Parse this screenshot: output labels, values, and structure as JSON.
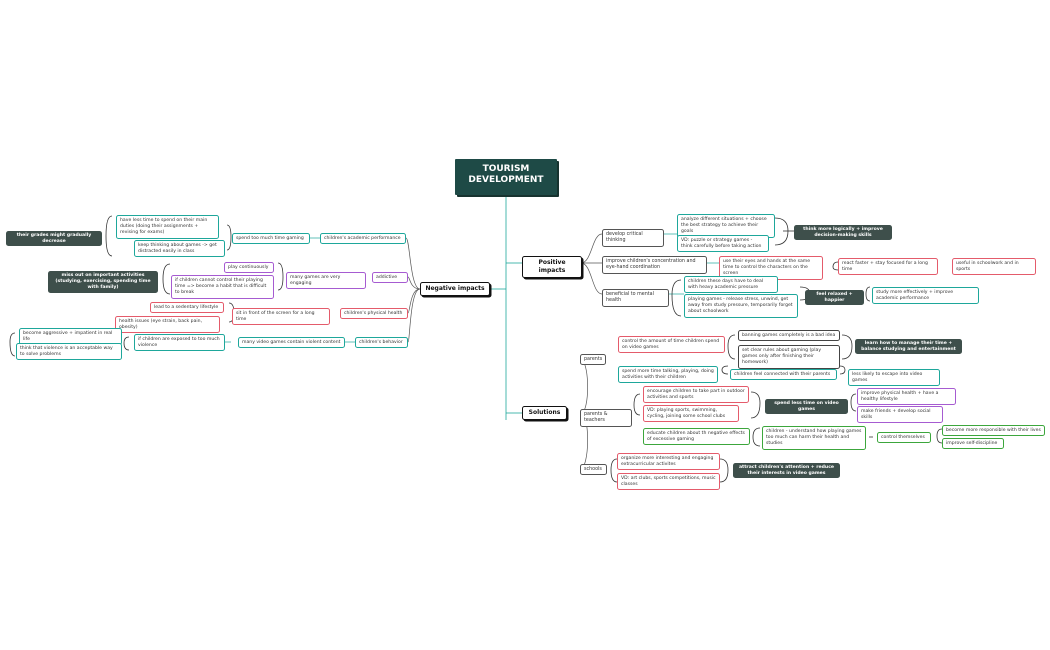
{
  "root": "TOURISM DEVELOPMENT",
  "positive": {
    "title": "Positive impacts",
    "critical": {
      "label": "develop critical thinking",
      "a": "analyze different situations + choose the best strategy to achieve their goals",
      "b": "VD: puzzle or strategy games - think carefully before taking action",
      "result": "think more logically + improve decision-making skills"
    },
    "concentration": {
      "label": "improve children's concentration and eye-hand coordination",
      "a": "use their eyes and hands at the same time to control the characters on the screen",
      "b": "react faster + stay focused for a long time",
      "c": "useful in schoolwork and in sports"
    },
    "mental": {
      "label": "beneficial to mental health",
      "a": "children these days have to deal with heavy academic pressure",
      "b": "playing games - release stress, unwind, get away from study pressure, temporarily forget about schoolwork",
      "result": "feel relaxed + happier",
      "c": "study more effectively + improve academic performance"
    }
  },
  "negative": {
    "title": "Negative impacts",
    "academic": {
      "label": "children's academic performance",
      "cause": "spend too much time gaming",
      "a": "have less time to spend on their main duties (doing their assignments + revising for exams)",
      "b": "keep thinking about games -> get distracted easily in class",
      "result": "their grades might gradually decrease"
    },
    "addictive": {
      "label": "addictive",
      "cause": "many games are very engaging",
      "a": "play continuously",
      "b": "if children cannot control their playing time => become a habit that is difficult to break",
      "result": "miss out on important activities (studying, exercising, spending time with family)"
    },
    "physical": {
      "label": "children's physical health",
      "cause": "sit in front of the screen for a long time",
      "a": "lead to a sedentary lifestyle",
      "b": "health issues (eye strain, back pain, obesity)"
    },
    "behavior": {
      "label": "children's behavior",
      "cause": "many video games contain violent content",
      "mid": "if children are exposed to too much violence",
      "a": "become aggressive + impatient in real life",
      "b": "think that violence is an acceptable way to solve problems"
    }
  },
  "solutions": {
    "title": "Solutions",
    "parents": {
      "label": "parents",
      "control": "control the amount of time children spend on video games",
      "ban": "banning games completely is a bad idea",
      "rules": "set clear rules about gaming (play games only after finishing their homework)",
      "result1": "learn how to manage their time + balance studying and entertainment",
      "talk": "spend more time talking, playing, doing activities with their children",
      "connected": "children feel connected with their parents",
      "escape": "less likely to escape into video games"
    },
    "both": {
      "label": "parents & teachers",
      "encourage": "encourage children to take part in outdoor activities and sports",
      "vd": "VD: playing sports, swimming, cycling, joining some school clubs",
      "result": "spend less time on video games",
      "health": "improve physical health + have a healthy lifestyle",
      "friends": "make friends + develop social skills",
      "educate": "educate children about th negative effects of excessive gaming",
      "understand": "children - understand how playing games too much can harm their health and studies",
      "control": "control themselves",
      "resp": "become more responsible with their lives",
      "disc": "improve self-discipline"
    },
    "schools": {
      "label": "schools",
      "organize": "organize more interesting and engaging extracurricular activites",
      "vd": "VD: art clubs, sports competitions, music classes",
      "result": "attract children's attention + reduce their interests in video games"
    }
  }
}
